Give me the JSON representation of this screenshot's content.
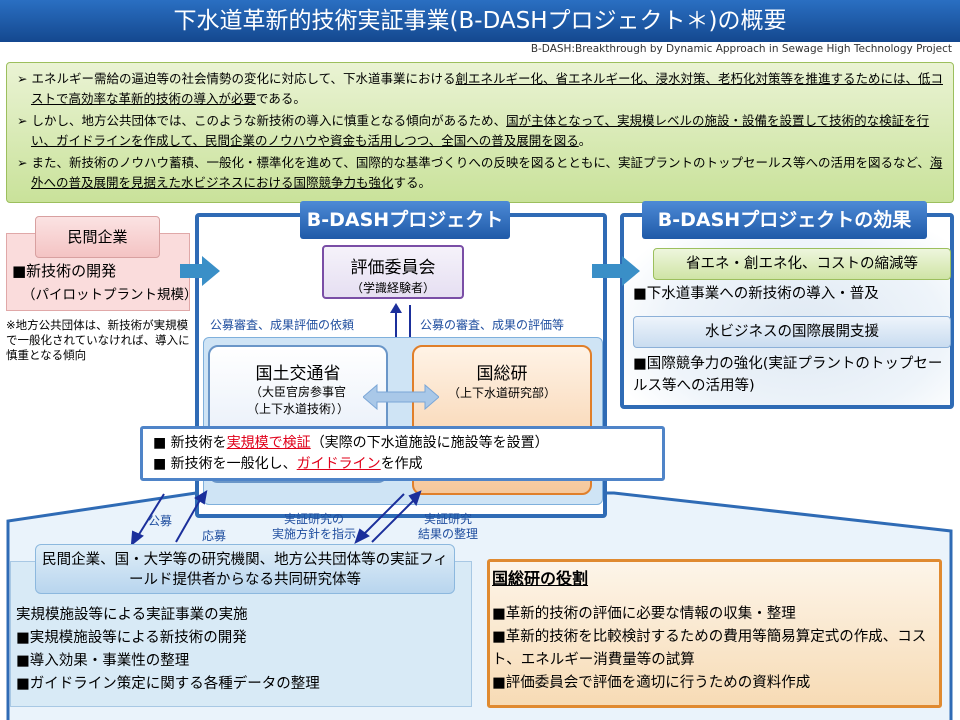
{
  "title": "下水道革新的技術実証事業(B-DASHプロジェクト＊)の概要",
  "subtitle": "B-DASH:Breakthrough by Dynamic Approach in Sewage High Technology Project",
  "intro": {
    "line1_pre": "エネルギー需給の逼迫等の社会情勢の変化に対応して、下水道事業における",
    "line1_u": "創エネルギー化、省エネルギー化、浸水対策、老朽化対策等を推進するためには、低コストで高効率な革新的技術の導入が必要",
    "line1_post": "である。",
    "line2_pre": "しかし、地方公共団体では、このような新技術の導入に慎重となる傾向があるため、",
    "line2_u": "国が主体となって、実規模レベルの施設・設備を設置して技術的な検証を行い、ガイドラインを作成して、民間企業のノウハウや資金も活用しつつ、全国への普及展開を図る",
    "line2_post": "。",
    "line3_pre": "また、新技術のノウハウ蓄積、一般化・標準化を進めて、国際的な基準づくりへの反映を図るとともに、実証プラントのトップセールス等への活用を図るなど、",
    "line3_u": "海外への普及展開を見据えた水ビジネスにおける国際競争力も強化",
    "line3_post": "する。"
  },
  "bdash_title": "B-DASHプロジェクト",
  "effect": {
    "title": "B-DASHプロジェクトの効果",
    "a_head": "省エネ・創エネ化、コストの縮減等",
    "a_body": "■下水道事業への新技術の導入・普及",
    "b_head": "水ビジネスの国際展開支援",
    "b_body": "■国際競争力の強化(実証プラントのトップセールス等への活用等)"
  },
  "private": {
    "head": "民間企業",
    "line1": "■新技術の開発",
    "line2": "（パイロットプラント規模）",
    "note": "※地方公共団体は、新技術が実規模で一般化されていなければ、導入に慎重となる傾向"
  },
  "committee": {
    "name": "評価委員会",
    "sub": "（学識経験者）"
  },
  "labels": {
    "request": "公募審査、成果評価の依頼",
    "review": "公募の審査、成果の評価等",
    "koubo": "公募",
    "oubo": "応募",
    "policy": "実証研究の\n実施方針を指示",
    "results": "実証研究\n結果の整理"
  },
  "mlit": {
    "name": "国土交通省",
    "sub1": "（大臣官房参事官",
    "sub2": "（上下水道技術））"
  },
  "nilim": {
    "name": "国総研",
    "sub": "（上下水道研究部）"
  },
  "tasks": {
    "t1_pre": "■ 新技術を",
    "t1_red": "実規模で検証",
    "t1_post": "（実際の下水道施設に施設等を設置）",
    "t2_pre": "■ 新技術を一般化し、",
    "t2_red": "ガイドライン",
    "t2_post": "を作成"
  },
  "consortium": {
    "head": "民間企業、国・大学等の研究機関、地方公共団体等の実証フィールド提供者からなる共同研究体等",
    "items": [
      "実規模施設等による実証事業の実施",
      "■実規模施設等による新技術の開発",
      "■導入効果・事業性の整理",
      "■ガイドライン策定に関する各種データの整理"
    ]
  },
  "nilim_role": {
    "title": "国総研の役割",
    "items": [
      "■革新的技術の評価に必要な情報の収集・整理",
      "■革新的技術を比較検討するための費用等簡易算定式の作成、コスト、エネルギー消費量等の試算",
      "■評価委員会で評価を適切に行うための資料作成"
    ]
  }
}
